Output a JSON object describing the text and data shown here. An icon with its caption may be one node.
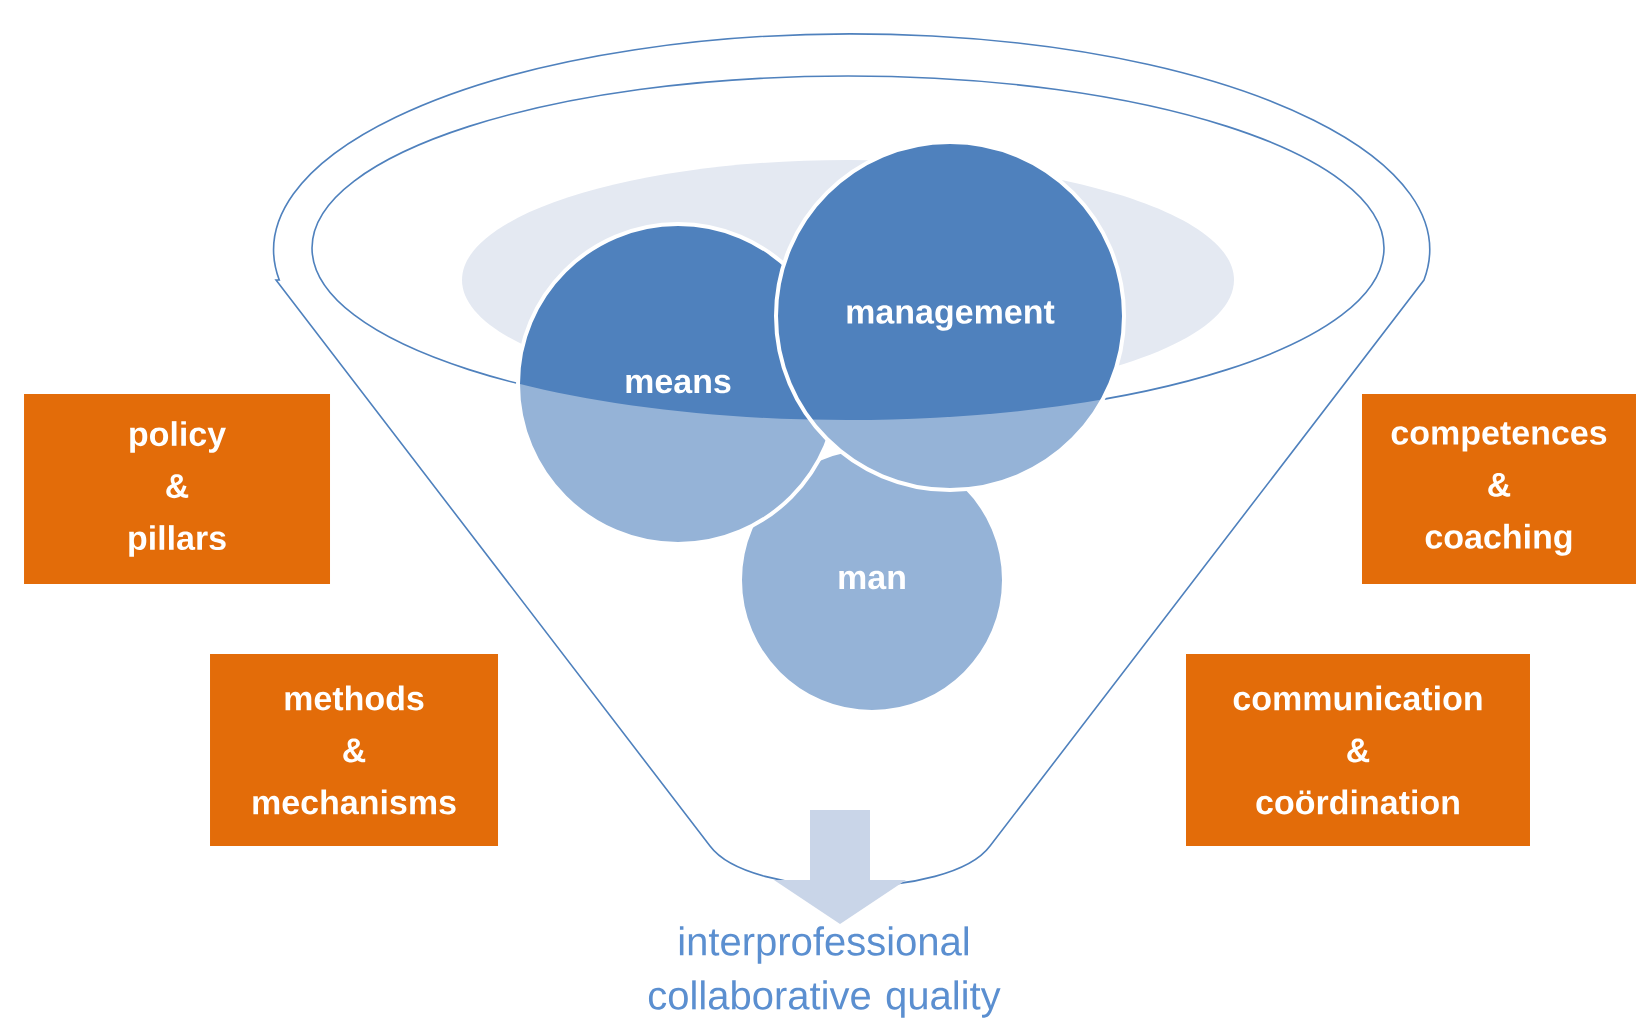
{
  "diagram": {
    "nodes": [
      {
        "text": [
          "means"
        ]
      },
      {
        "text": [
          "management"
        ]
      },
      {
        "text": [
          "man"
        ]
      },
      {
        "text": [
          "policy & pillars"
        ]
      },
      {
        "text": [
          "competences & coaching"
        ]
      },
      {
        "text": [
          "methods & mechanisms"
        ]
      },
      {
        "text": [
          "communication & coördination"
        ]
      },
      {
        "text": [
          "interprofessional collaborative quality"
        ]
      }
    ],
    "edges": [
      {
        "from": null,
        "to": 7,
        "arrow": "to"
      }
    ]
  }
}
